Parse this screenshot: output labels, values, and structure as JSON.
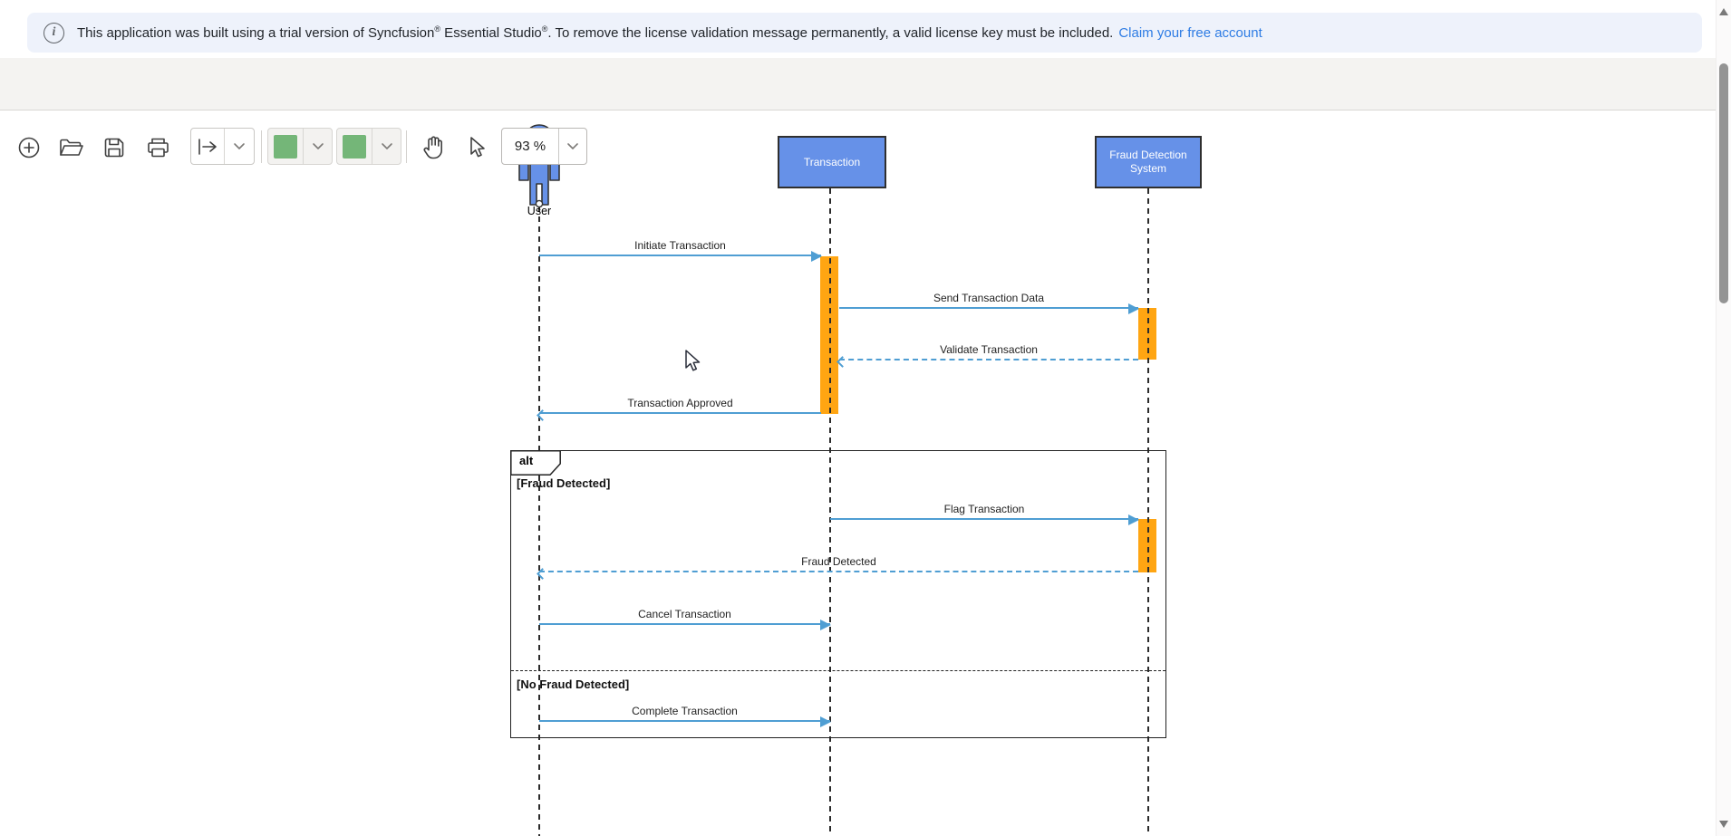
{
  "banner": {
    "text_part1": "This application was built using a trial version of Syncfusion",
    "registered_mark1": "®",
    "text_part2": " Essential Studio",
    "registered_mark2": "®",
    "text_part3": ". To remove the license validation message permanently, a valid license key must be included.",
    "link_label": "Claim your free account",
    "background_color": "#eef2fb",
    "link_color": "#2e7ce4"
  },
  "toolbar": {
    "zoom_level": "93 %",
    "fill_swatch_color": "#74b678",
    "stroke_swatch_color": "#74b678",
    "buttons": [
      {
        "label": "add",
        "icon": "plus-circle-icon"
      },
      {
        "label": "open",
        "icon": "folder-open-icon"
      },
      {
        "label": "save",
        "icon": "save-icon"
      },
      {
        "label": "print",
        "icon": "printer-icon"
      },
      {
        "label": "connector-tool",
        "icon": "connector-arrow-icon"
      },
      {
        "label": "fill-color",
        "icon": "color-swatch"
      },
      {
        "label": "stroke-color",
        "icon": "color-swatch"
      },
      {
        "label": "pan-tool",
        "icon": "hand-icon"
      },
      {
        "label": "pointer-tool",
        "icon": "cursor-icon"
      }
    ]
  },
  "diagram": {
    "participants": [
      {
        "label": "User",
        "type": "actor"
      },
      {
        "label": "Transaction",
        "type": "lifeline"
      },
      {
        "label": "Fraud Detection System",
        "type": "lifeline"
      }
    ],
    "messages": [
      {
        "label": "Initiate Transaction",
        "from": "User",
        "to": "Transaction",
        "style": "solid"
      },
      {
        "label": "Send Transaction Data",
        "from": "Transaction",
        "to": "Fraud Detection System",
        "style": "solid"
      },
      {
        "label": "Validate Transaction",
        "from": "Fraud Detection System",
        "to": "Transaction",
        "style": "dashed"
      },
      {
        "label": "Transaction Approved",
        "from": "Transaction",
        "to": "User",
        "style": "solid"
      },
      {
        "label": "Flag Transaction",
        "from": "Transaction",
        "to": "Fraud Detection System",
        "style": "solid"
      },
      {
        "label": "Fraud Detected",
        "from": "Fraud Detection System",
        "to": "User",
        "style": "dashed"
      },
      {
        "label": "Cancel Transaction",
        "from": "User",
        "to": "Transaction",
        "style": "solid"
      },
      {
        "label": "Complete Transaction",
        "from": "User",
        "to": "Transaction",
        "style": "solid"
      }
    ],
    "fragment": {
      "operator": "alt",
      "condition1": "[Fraud Detected]",
      "condition2": "[No Fraud Detected]"
    },
    "colors": {
      "participant_fill": "#6691e8",
      "activation_fill": "#ffa512",
      "message_stroke": "#4f9ed3"
    }
  }
}
